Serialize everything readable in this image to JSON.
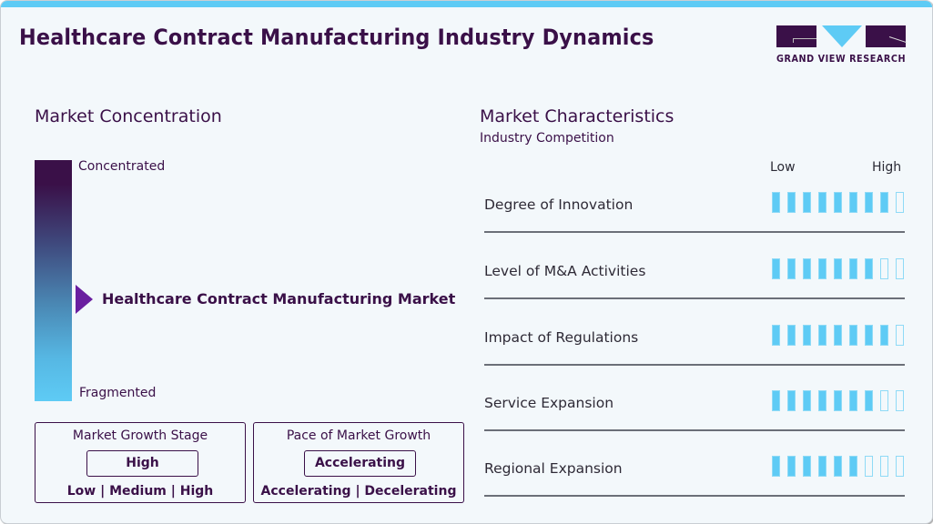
{
  "header": {
    "title": "Healthcare Contract Manufacturing Industry Dynamics",
    "logo_text": "GRAND VIEW RESEARCH"
  },
  "colors": {
    "brand_dark": "#3a1048",
    "accent_blue": "#5ecbf5",
    "pointer_purple": "#6a1fa0",
    "background": "#f3f8fb"
  },
  "market_concentration": {
    "title": "Market Concentration",
    "top_label": "Concentrated",
    "bottom_label": "Fragmented",
    "market_label": "Healthcare Contract Manufacturing Market"
  },
  "growth_stage": {
    "title": "Market Growth Stage",
    "value": "High",
    "options": "Low  |  Medium  |  High"
  },
  "growth_pace": {
    "title": "Pace of Market Growth",
    "value": "Accelerating",
    "options": "Accelerating  |  Decelerating"
  },
  "market_characteristics": {
    "title": "Market Characteristics",
    "subtitle": "Industry Competition",
    "scale_low": "Low",
    "scale_high": "High",
    "max_level": 9,
    "rows": [
      {
        "label": "Degree of Innovation",
        "level": 8
      },
      {
        "label": "Level of M&A Activities",
        "level": 7
      },
      {
        "label": "Impact of Regulations",
        "level": 8
      },
      {
        "label": "Service Expansion",
        "level": 7
      },
      {
        "label": "Regional Expansion",
        "level": 6
      }
    ]
  }
}
